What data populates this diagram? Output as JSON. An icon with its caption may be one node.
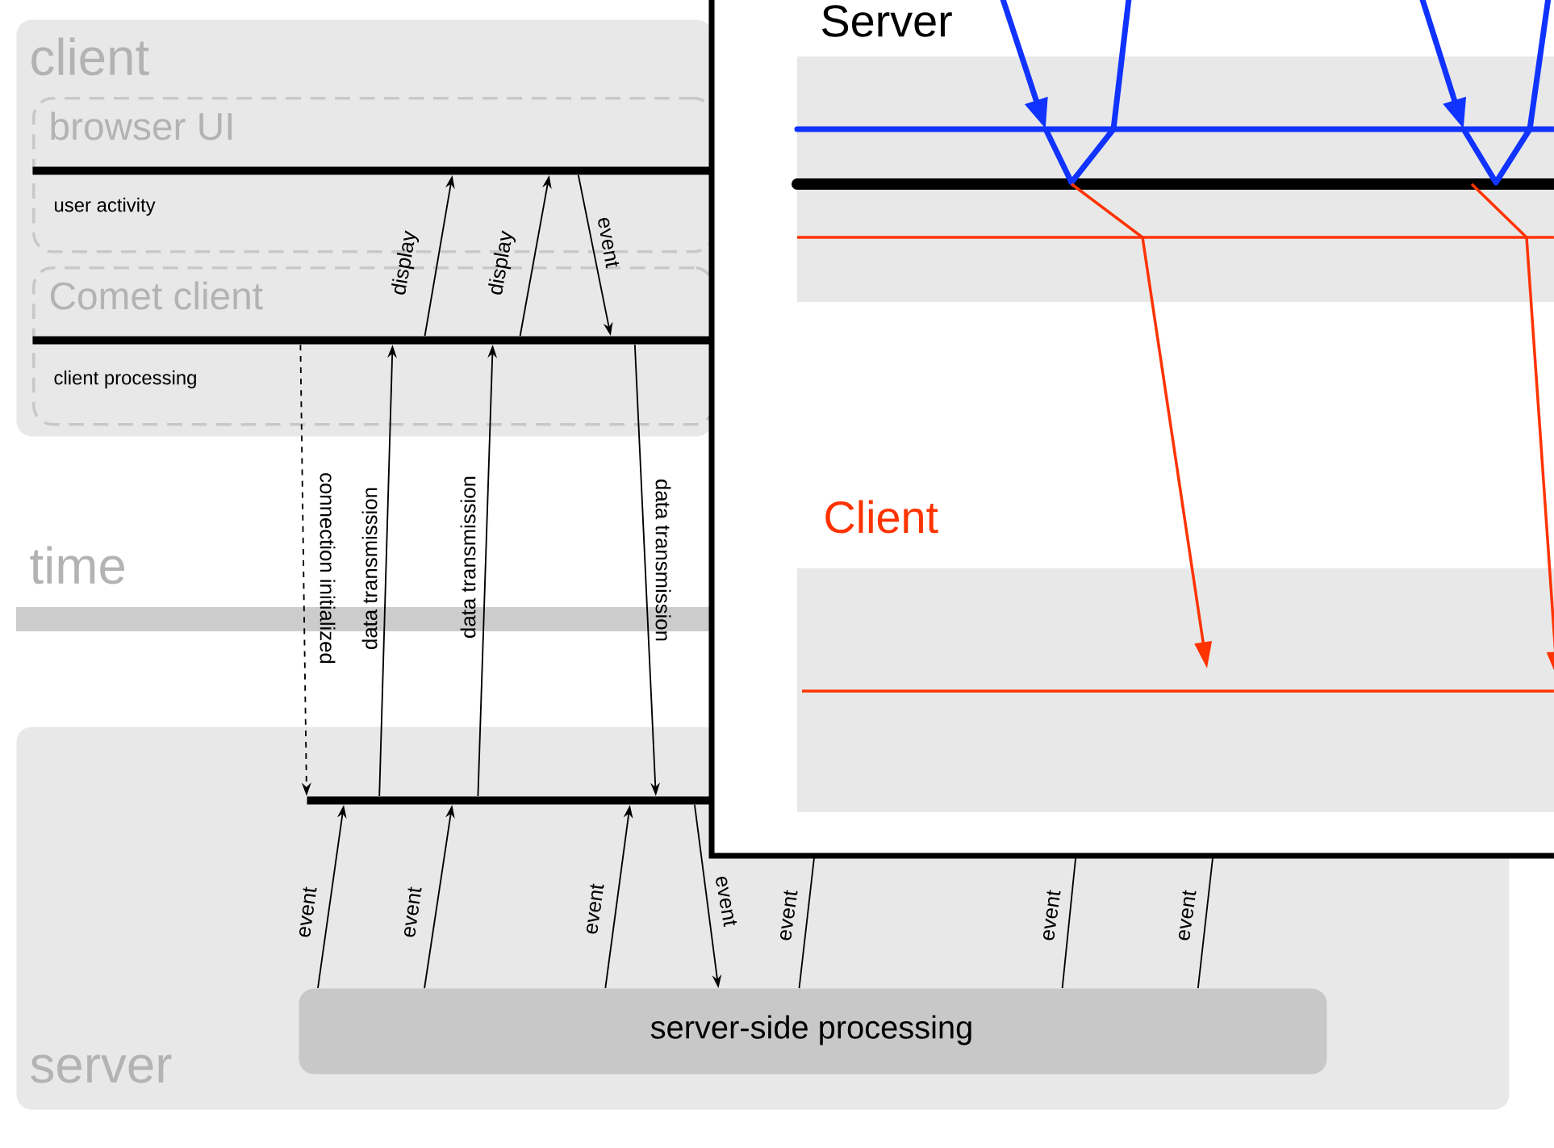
{
  "diagram": {
    "nodes": [
      {
        "text": [
          "client"
        ]
      },
      {
        "text": [
          "browser UI",
          "user activity"
        ],
        "in": 0
      },
      {
        "text": [
          "Comet client",
          "client processing"
        ],
        "in": 0
      },
      {
        "text": [
          "server"
        ]
      },
      {
        "text": [
          "server-side processing"
        ],
        "in": 3
      },
      {
        "text": [],
        "shape": "bar",
        "in": 1
      },
      {
        "text": [],
        "shape": "bar",
        "in": 2
      },
      {
        "text": [],
        "shape": "bar",
        "in": 3
      }
    ],
    "edges": [
      {
        "from": 6,
        "to": 5,
        "arrow": "to",
        "label": "display"
      },
      {
        "from": 6,
        "to": 5,
        "arrow": "to",
        "label": "display"
      },
      {
        "from": 5,
        "to": 6,
        "arrow": "to",
        "label": "event"
      },
      {
        "from": 6,
        "to": 7,
        "arrow": "to",
        "label": "connection initialized",
        "style": "dashed"
      },
      {
        "from": 7,
        "to": 6,
        "arrow": "to",
        "label": "data transmission"
      },
      {
        "from": 7,
        "to": 6,
        "arrow": "to",
        "label": "data transmission"
      },
      {
        "from": 6,
        "to": 7,
        "arrow": "to",
        "label": "data transmission"
      },
      {
        "from": 4,
        "to": 7,
        "arrow": "to",
        "label": "event"
      },
      {
        "from": 4,
        "to": 7,
        "arrow": "to",
        "label": "event"
      },
      {
        "from": 4,
        "to": 7,
        "arrow": "to",
        "label": "event"
      },
      {
        "from": 7,
        "to": 4,
        "arrow": "to",
        "label": "event"
      },
      {
        "from": 4,
        "to": null,
        "arrow": "none",
        "label": "event"
      },
      {
        "from": 4,
        "to": null,
        "arrow": "none",
        "label": "event"
      },
      {
        "from": 4,
        "to": null,
        "arrow": "none",
        "label": "event"
      }
    ],
    "labels": [
      "Server",
      "Client",
      "time"
    ]
  }
}
